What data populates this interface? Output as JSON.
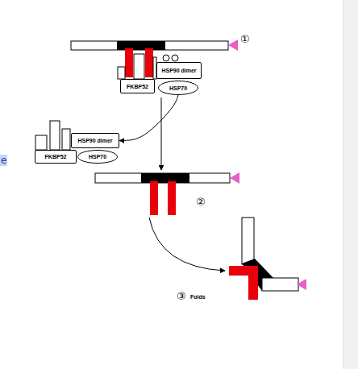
{
  "diagram": {
    "nodes": [
      {
        "text": [
          "HSP90 dimer"
        ]
      },
      {
        "text": [
          "FKBP52"
        ]
      },
      {
        "text": [
          "HSP70"
        ]
      },
      {
        "text": [
          "HSP90 dimer"
        ]
      },
      {
        "text": [
          "FKBP52"
        ]
      },
      {
        "text": [
          "HSP70"
        ]
      }
    ],
    "edges": [
      {
        "from": 2,
        "to": 3,
        "arrow": "to"
      }
    ],
    "labels": [
      "①",
      "②",
      "③",
      "Folds",
      "e"
    ]
  }
}
